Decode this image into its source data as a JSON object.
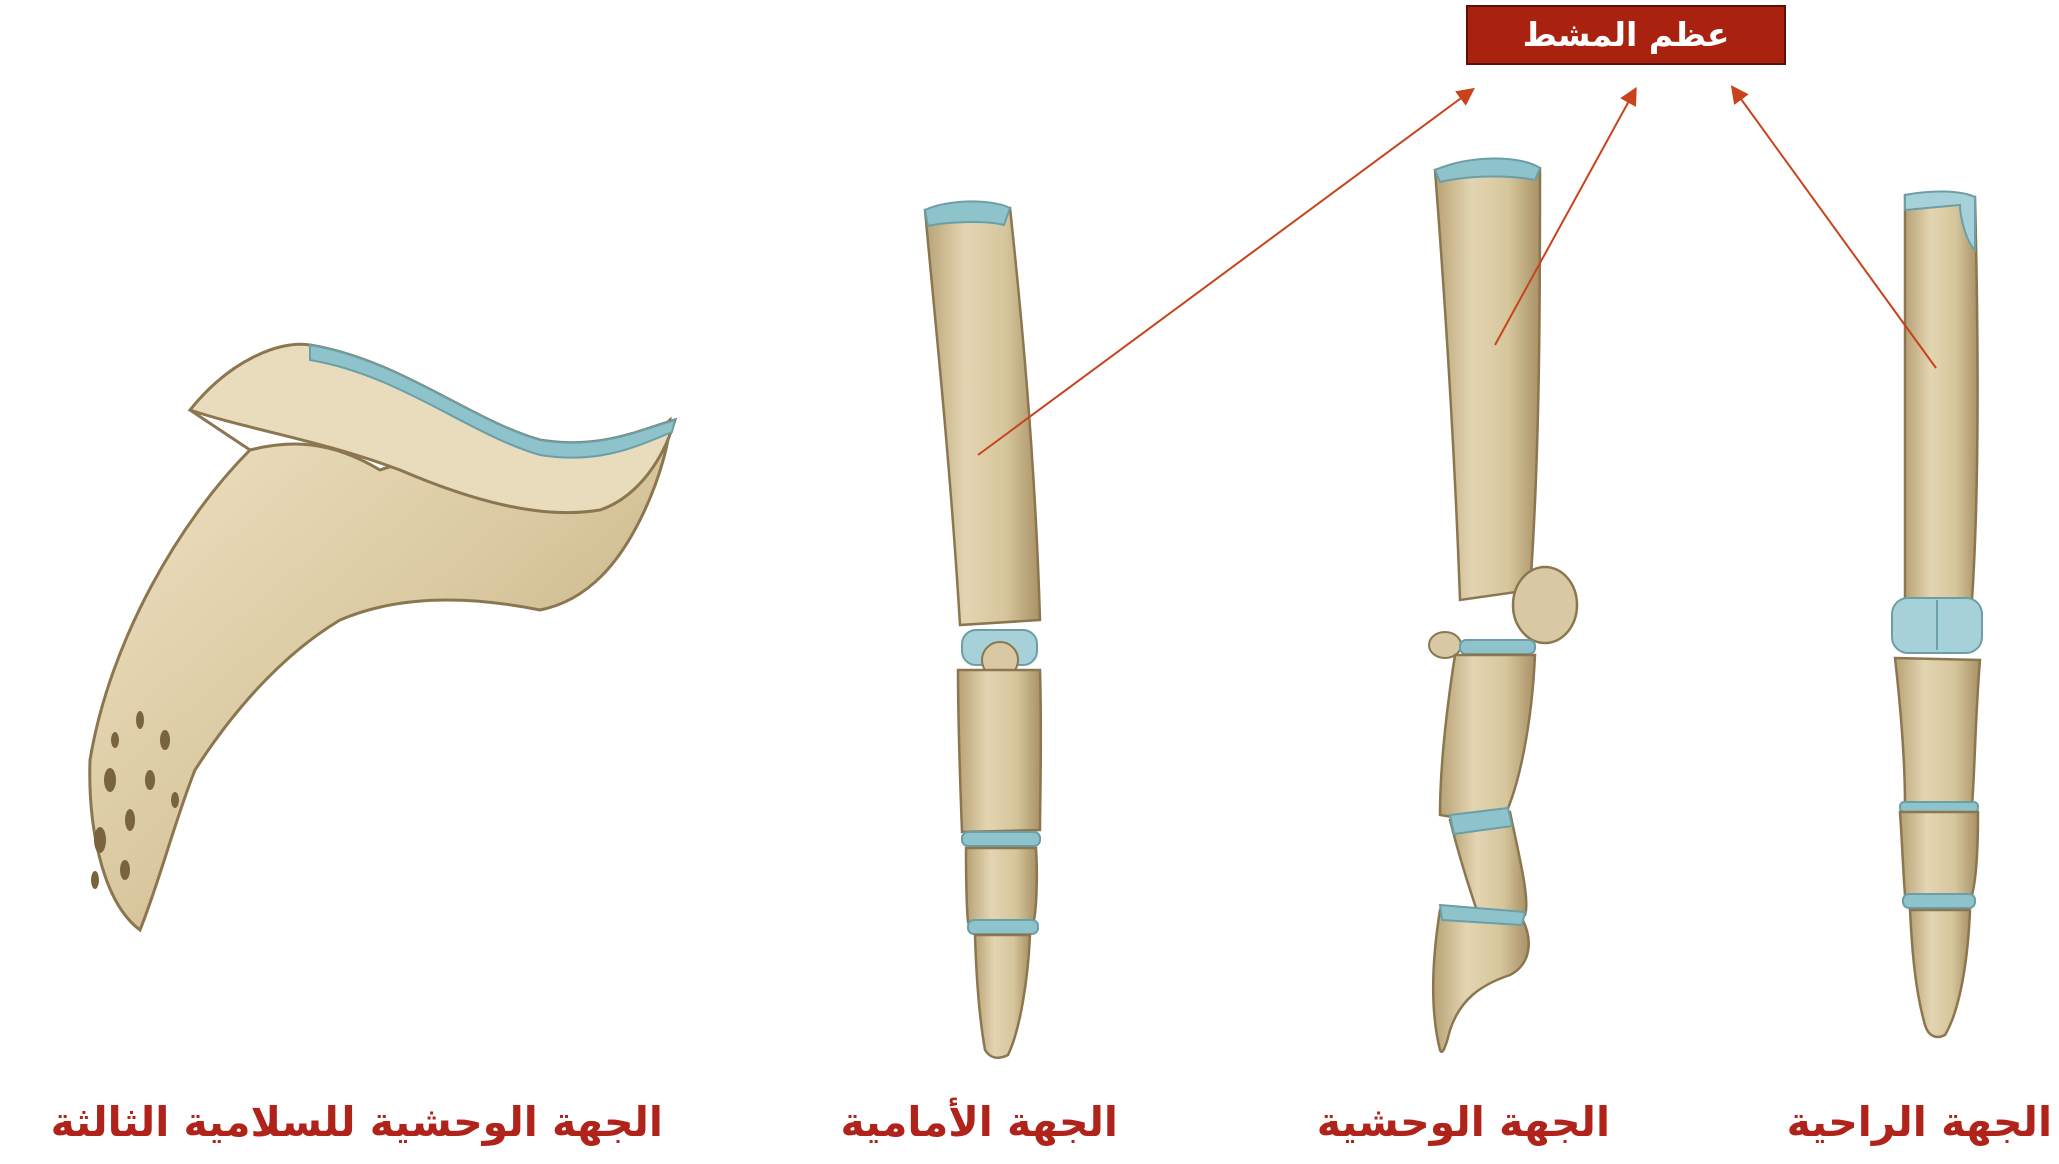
{
  "label_box": {
    "text": "عظم المشط"
  },
  "captions": {
    "palmar": "الجهة الراحية",
    "lateral": "الجهة الوحشية",
    "anterior": "الجهة الأمامية",
    "claw": "الجهة الوحشية للسلامية الثالثة"
  },
  "colors": {
    "bone": "#d8c9a4",
    "bone_shadow": "#b39e70",
    "cartilage": "#8fc3cc",
    "label_bg": "#a8220f",
    "caption": "#b0231a",
    "arrow": "#c8431c"
  }
}
